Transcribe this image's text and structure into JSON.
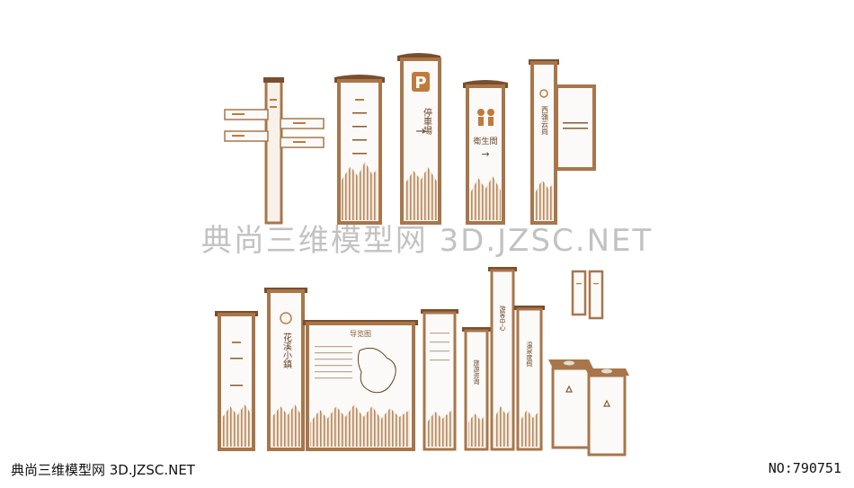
{
  "watermark": "典尚三维模型网 3D.JZSC.NET",
  "footer": {
    "site": "典尚三维模型网 3D.JZSC.NET",
    "id_label": "NO:790751"
  },
  "signs": {
    "parking_letter": "P",
    "parking_title": "停車場",
    "restroom_title": "衛生間",
    "direction_arrow": "→",
    "brand_title": "西嶺云尚",
    "town_title": "花溪小鎮",
    "small_title_a": "游客中心",
    "small_title_b": "旅游咨询",
    "small_title_c": "温泉度假",
    "map_title": "导览图"
  },
  "colors": {
    "wood": "#a8764a",
    "wood_dark": "#7a4e2c",
    "panel": "#fbfaf8",
    "accent": "#c07a3c",
    "mountain": "#d9c2aa"
  }
}
